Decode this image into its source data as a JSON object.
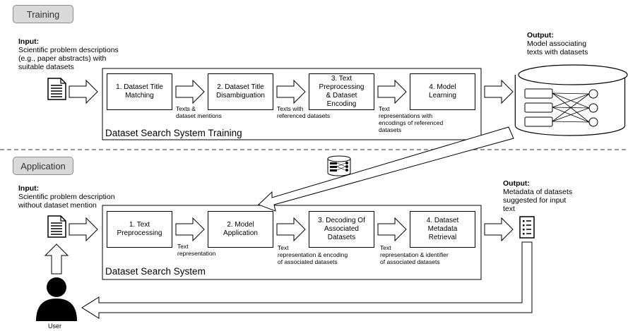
{
  "phases": {
    "training": "Training",
    "application": "Application"
  },
  "training": {
    "input_heading": "Input:",
    "input_text": [
      "Scientific problem descriptions",
      "(e.g., paper abstracts) with",
      "suitable datasets"
    ],
    "output_heading": "Output:",
    "output_text": [
      "Model associating",
      "texts with datasets"
    ],
    "system_label": "Dataset Search System Training",
    "steps": [
      "1. Dataset Title\nMatching",
      "2. Dataset Title\nDisambiguation",
      "3. Text\nPreprocessing\n& Dataset\nEncoding",
      "4. Model\nLearning"
    ],
    "connectors": [
      [
        "Texts &",
        "dataset mentions"
      ],
      [
        "Texts with",
        "referenced datasets"
      ],
      [
        "Text",
        "representations with",
        "encodings of referenced",
        "datasets"
      ]
    ]
  },
  "application": {
    "input_heading": "Input:",
    "input_text": [
      "Scientific problem description",
      "without dataset mention"
    ],
    "output_heading": "Output:",
    "output_text": [
      "Metadata of datasets",
      "suggested for input",
      "text"
    ],
    "system_label": "Dataset Search System",
    "steps": [
      "1. Text\nPreprocessing",
      "2. Model\nApplication",
      "3. Decoding Of\nAssociated\nDatasets",
      "4. Dataset\nMetadata\nRetrieval"
    ],
    "connectors": [
      [
        "Text",
        "representation"
      ],
      [
        "Text",
        "representation & encoding",
        "of associated datasets"
      ],
      [
        "Text",
        "representation & identifier",
        "of associated datasets"
      ]
    ],
    "user_label": "User"
  },
  "icons": [
    "document-icon",
    "model-database-icon",
    "small-database-icon",
    "list-document-icon",
    "user-icon"
  ],
  "colors": {
    "tag_bg": "#d9d9d9",
    "line": "#000000",
    "divider": "#777777"
  }
}
